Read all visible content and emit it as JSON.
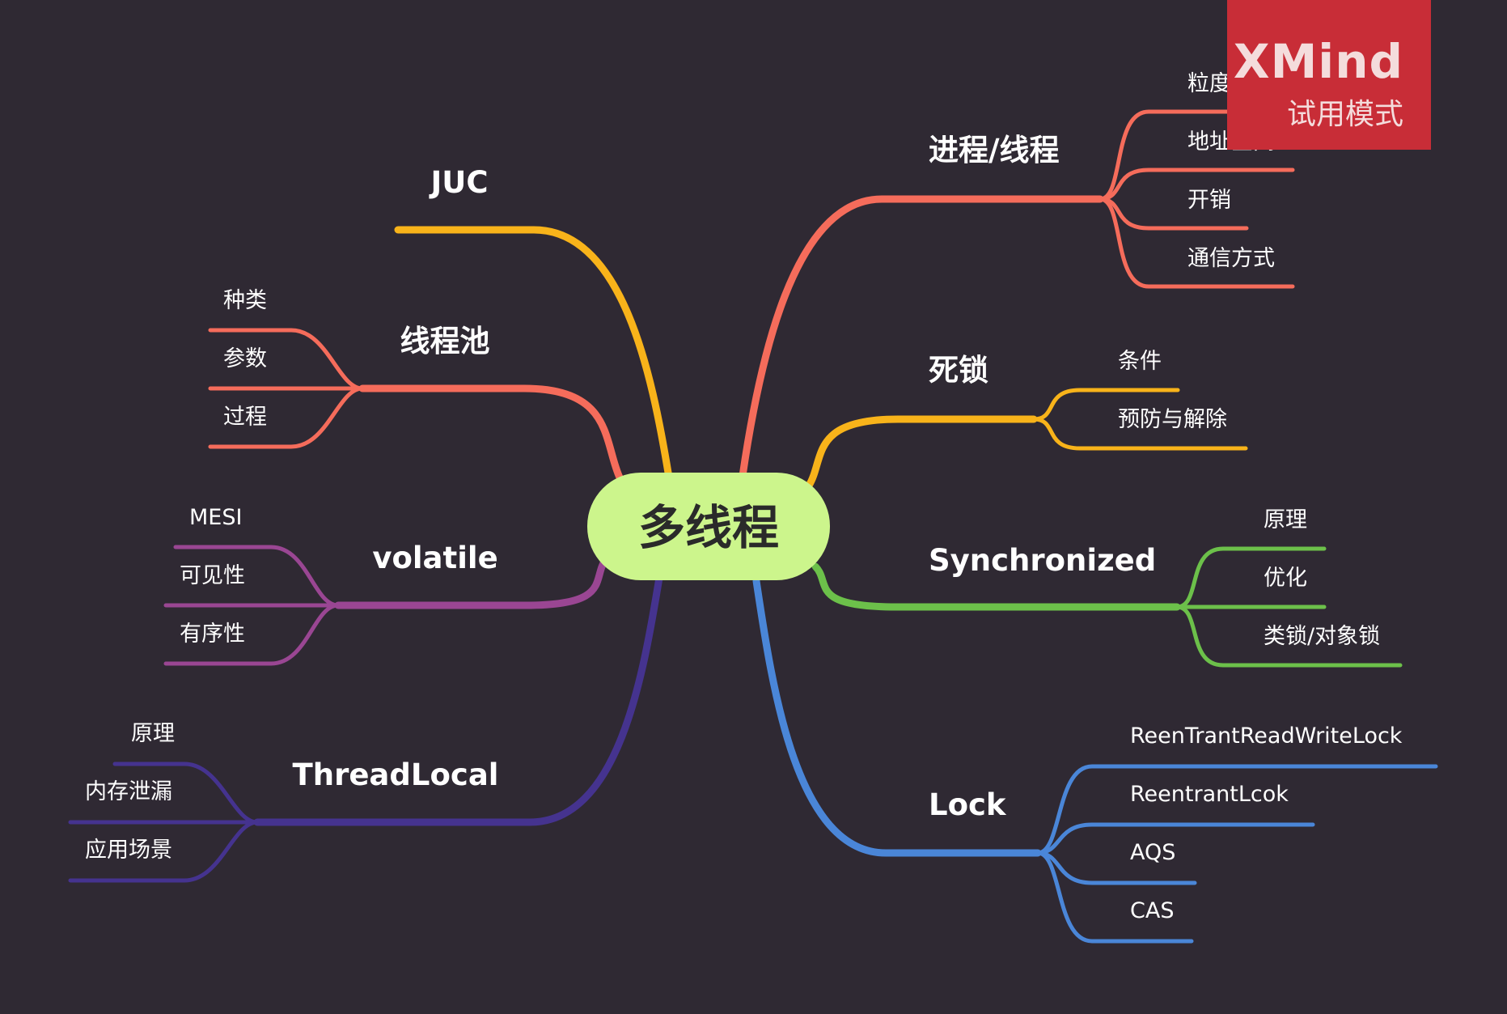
{
  "center": {
    "label": "多线程",
    "fill": "#ccf58c"
  },
  "watermark": {
    "brand": "XMind",
    "mode": "试用模式",
    "color": "#c82d37"
  },
  "branches": [
    {
      "id": "proc",
      "label": "进程/线程",
      "color": "#f56c5b",
      "children": [
        "粒度",
        "地址空间",
        "开销",
        "通信方式"
      ]
    },
    {
      "id": "deadlock",
      "label": "死锁",
      "color": "#f8b31a",
      "children": [
        "条件",
        "预防与解除"
      ]
    },
    {
      "id": "sync",
      "label": "Synchronized",
      "color": "#6cc04a",
      "children": [
        "原理",
        "优化",
        "类锁/对象锁"
      ]
    },
    {
      "id": "lock",
      "label": "Lock",
      "color": "#4a86d8",
      "children": [
        "ReenTrantReadWriteLock",
        "ReentrantLcok",
        "AQS",
        "CAS"
      ]
    },
    {
      "id": "juc",
      "label": "JUC",
      "color": "#f8b31a",
      "children": []
    },
    {
      "id": "pool",
      "label": "线程池",
      "color": "#f56c5b",
      "children": [
        "种类",
        "参数",
        "过程"
      ]
    },
    {
      "id": "vol",
      "label": "volatile",
      "color": "#9a4693",
      "children": [
        "MESI",
        "可见性",
        "有序性"
      ]
    },
    {
      "id": "tl",
      "label": "ThreadLocal",
      "color": "#45338f",
      "children": [
        "原理",
        "内存泄漏",
        "应用场景"
      ]
    }
  ]
}
